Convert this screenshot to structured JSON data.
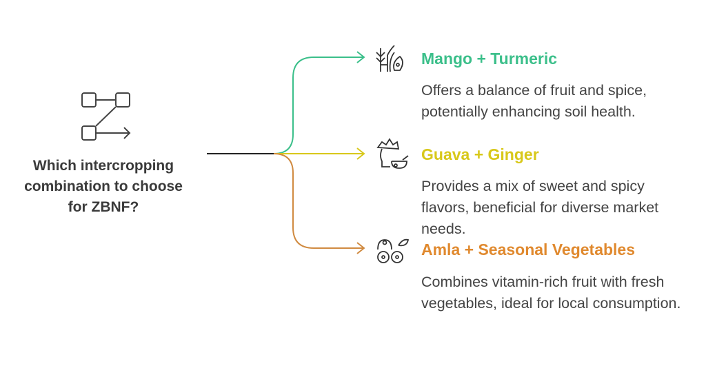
{
  "question": {
    "text": "Which intercropping combination to choose for ZBNF?"
  },
  "options": [
    {
      "title": "Mango + Turmeric",
      "description": "Offers a balance of fruit and spice, potentially enhancing soil health.",
      "color": "#3bbf8a",
      "icon": "plant-leaf-icon"
    },
    {
      "title": "Guava + Ginger",
      "description": "Provides a mix of sweet and spicy flavors, beneficial for diverse market needs.",
      "color": "#d8c81a",
      "icon": "fruit-bowl-icon"
    },
    {
      "title": "Amla + Seasonal Vegetables",
      "description": "Combines vitamin-rich fruit with fresh vegetables, ideal for local consumption.",
      "color": "#e0892e",
      "icon": "berries-icon"
    }
  ]
}
